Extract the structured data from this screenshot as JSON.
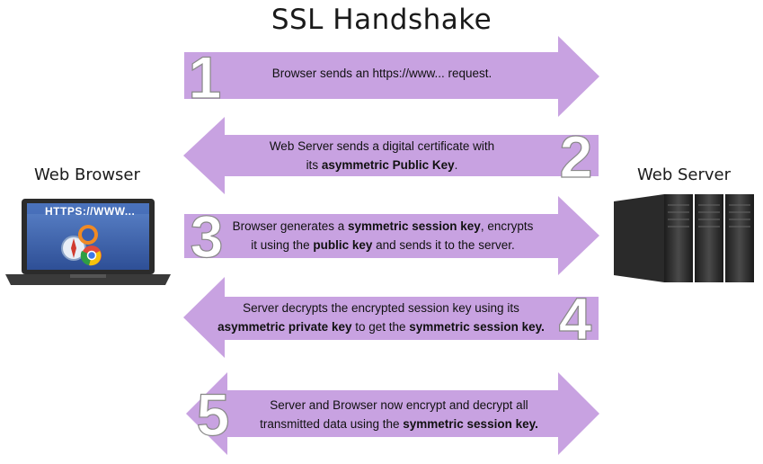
{
  "title": "SSL Handshake",
  "left_label": "Web Browser",
  "right_label": "Web Server",
  "browser_screen_text": "HTTPS://WWW...",
  "colors": {
    "arrow_fill": "#c8a2e1",
    "number_fill": "#ffffff",
    "number_stroke": "#888888"
  },
  "steps": [
    {
      "number": "1",
      "direction": "right",
      "lines": [
        [
          {
            "t": "Browser sends an https://www... request.",
            "b": false
          }
        ]
      ]
    },
    {
      "number": "2",
      "direction": "left",
      "lines": [
        [
          {
            "t": "Web Server sends a digital certificate with",
            "b": false
          }
        ],
        [
          {
            "t": "its ",
            "b": false
          },
          {
            "t": "asymmetric Public Key",
            "b": true
          },
          {
            "t": ".",
            "b": false
          }
        ]
      ]
    },
    {
      "number": "3",
      "direction": "right",
      "lines": [
        [
          {
            "t": "Browser generates a ",
            "b": false
          },
          {
            "t": "symmetric session key",
            "b": true
          },
          {
            "t": ", encrypts",
            "b": false
          }
        ],
        [
          {
            "t": "it using the ",
            "b": false
          },
          {
            "t": "public key",
            "b": true
          },
          {
            "t": " and sends it to the server.",
            "b": false
          }
        ]
      ]
    },
    {
      "number": "4",
      "direction": "left",
      "lines": [
        [
          {
            "t": "Server decrypts the encrypted session key using its",
            "b": false
          }
        ],
        [
          {
            "t": "asymmetric private key",
            "b": true
          },
          {
            "t": " to get the ",
            "b": false
          },
          {
            "t": "symmetric session key.",
            "b": true
          }
        ]
      ]
    },
    {
      "number": "5",
      "direction": "both",
      "lines": [
        [
          {
            "t": "Server and Browser now encrypt and decrypt all",
            "b": false
          }
        ],
        [
          {
            "t": "transmitted data using the ",
            "b": false
          },
          {
            "t": "symmetric session key.",
            "b": true
          }
        ]
      ]
    }
  ]
}
